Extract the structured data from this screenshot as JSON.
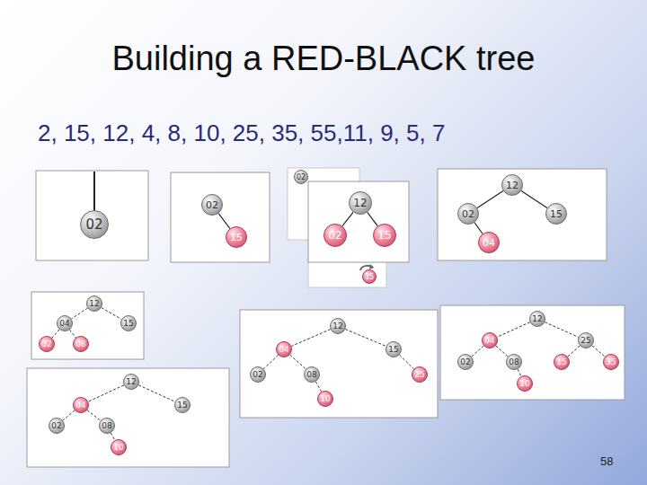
{
  "diagram": {
    "title": "Building a RED-BLACK tree",
    "nodes": [
      {
        "text": [
          "02"
        ]
      },
      {
        "text": [
          "02"
        ]
      },
      {
        "text": [
          "15"
        ]
      },
      {
        "text": [
          "02"
        ]
      },
      {
        "text": [
          "12"
        ]
      },
      {
        "text": [
          "02"
        ]
      },
      {
        "text": [
          "15"
        ]
      },
      {
        "text": [
          "15"
        ]
      },
      {
        "text": [
          "12"
        ]
      },
      {
        "text": [
          "02"
        ]
      },
      {
        "text": [
          "15"
        ]
      },
      {
        "text": [
          "04"
        ]
      },
      {
        "text": [
          "12"
        ]
      },
      {
        "text": [
          "04"
        ]
      },
      {
        "text": [
          "15"
        ]
      },
      {
        "text": [
          "02"
        ]
      },
      {
        "text": [
          "08"
        ]
      },
      {
        "text": [
          "12"
        ]
      },
      {
        "text": [
          "04"
        ]
      },
      {
        "text": [
          "15"
        ]
      },
      {
        "text": [
          "02"
        ]
      },
      {
        "text": [
          "08"
        ]
      },
      {
        "text": [
          "10"
        ]
      },
      {
        "text": [
          "12"
        ]
      },
      {
        "text": [
          "04"
        ]
      },
      {
        "text": [
          "15"
        ]
      },
      {
        "text": [
          "02"
        ]
      },
      {
        "text": [
          "08"
        ]
      },
      {
        "text": [
          "25"
        ]
      },
      {
        "text": [
          "10"
        ]
      },
      {
        "text": [
          "12"
        ]
      },
      {
        "text": [
          "04"
        ]
      },
      {
        "text": [
          "25"
        ]
      },
      {
        "text": [
          "02"
        ]
      },
      {
        "text": [
          "08"
        ]
      },
      {
        "text": [
          "15"
        ]
      },
      {
        "text": [
          "35"
        ]
      },
      {
        "text": [
          "10"
        ]
      }
    ],
    "edges": [
      {
        "from": 1,
        "to": 2,
        "arrow": "none"
      },
      {
        "from": 4,
        "to": 5,
        "arrow": "none"
      },
      {
        "from": 4,
        "to": 6,
        "arrow": "none"
      },
      {
        "from": 8,
        "to": 9,
        "arrow": "none"
      },
      {
        "from": 8,
        "to": 10,
        "arrow": "none"
      },
      {
        "from": 9,
        "to": 11,
        "arrow": "none"
      },
      {
        "from": 12,
        "to": 13,
        "arrow": "none"
      },
      {
        "from": 12,
        "to": 14,
        "arrow": "none"
      },
      {
        "from": 13,
        "to": 15,
        "arrow": "none"
      },
      {
        "from": 13,
        "to": 16,
        "arrow": "none"
      },
      {
        "from": 17,
        "to": 18,
        "arrow": "none"
      },
      {
        "from": 17,
        "to": 19,
        "arrow": "none"
      },
      {
        "from": 18,
        "to": 20,
        "arrow": "none"
      },
      {
        "from": 18,
        "to": 21,
        "arrow": "none"
      },
      {
        "from": 21,
        "to": 22,
        "arrow": "none"
      },
      {
        "from": 23,
        "to": 24,
        "arrow": "none"
      },
      {
        "from": 23,
        "to": 25,
        "arrow": "none"
      },
      {
        "from": 24,
        "to": 26,
        "arrow": "none"
      },
      {
        "from": 24,
        "to": 27,
        "arrow": "none"
      },
      {
        "from": 25,
        "to": 28,
        "arrow": "none"
      },
      {
        "from": 27,
        "to": 29,
        "arrow": "none"
      },
      {
        "from": 30,
        "to": 31,
        "arrow": "none"
      },
      {
        "from": 30,
        "to": 32,
        "arrow": "none"
      },
      {
        "from": 31,
        "to": 33,
        "arrow": "none"
      },
      {
        "from": 31,
        "to": 34,
        "arrow": "none"
      },
      {
        "from": 32,
        "to": 35,
        "arrow": "none"
      },
      {
        "from": 32,
        "to": 36,
        "arrow": "none"
      },
      {
        "from": 34,
        "to": 37,
        "arrow": "none"
      }
    ],
    "labels": [
      "2, 15, 12, 4, 8, 10, 25, 35, 55,11, 9, 5, 7",
      "58"
    ]
  }
}
